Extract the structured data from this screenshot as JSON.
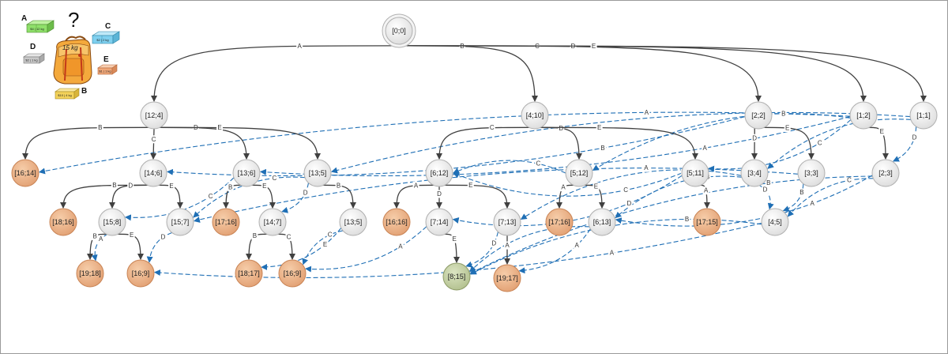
{
  "colors": {
    "tree_edge": "#404040",
    "back_edge": "#1f6fb5",
    "node_default": "#f1f1f1",
    "node_leaf": "#eab48a",
    "node_goal": "#c7d3a8",
    "box_A": "#8fe06a",
    "box_B": "#f3d25a",
    "box_C": "#7fd0ef",
    "box_D": "#c8c8c8",
    "box_E": "#f0a87a",
    "backpack": "#f4a93c"
  },
  "legend": {
    "question_mark": "?",
    "backpack_capacity": "15 kg",
    "boxes": [
      {
        "id": "A",
        "letter": "A",
        "label": "$4 | 12 kg",
        "color_key": "box_A"
      },
      {
        "id": "B",
        "letter": "B",
        "label": "$10 | 4 kg",
        "color_key": "box_B"
      },
      {
        "id": "C",
        "letter": "C",
        "label": "$2 | 2 kg",
        "color_key": "box_C"
      },
      {
        "id": "D",
        "letter": "D",
        "label": "$2 | 1 kg",
        "color_key": "box_D"
      },
      {
        "id": "E",
        "letter": "E",
        "label": "$1 | 1 kg",
        "color_key": "box_E"
      }
    ]
  },
  "nodes": [
    {
      "id": "root",
      "label": "[0;0]",
      "kind": "root"
    },
    {
      "id": "n12_4",
      "label": "[12;4]",
      "kind": "default"
    },
    {
      "id": "n4_10",
      "label": "[4;10]",
      "kind": "default"
    },
    {
      "id": "n2_2",
      "label": "[2;2]",
      "kind": "default"
    },
    {
      "id": "n1_2",
      "label": "[1;2]",
      "kind": "default"
    },
    {
      "id": "n1_1",
      "label": "[1;1]",
      "kind": "default"
    },
    {
      "id": "n16_14",
      "label": "[16;14]",
      "kind": "leaf"
    },
    {
      "id": "n14_6",
      "label": "[14;6]",
      "kind": "default"
    },
    {
      "id": "n13_6",
      "label": "[13;6]",
      "kind": "default"
    },
    {
      "id": "n13_5a",
      "label": "[13;5]",
      "kind": "default"
    },
    {
      "id": "n6_12",
      "label": "[6;12]",
      "kind": "default"
    },
    {
      "id": "n5_12",
      "label": "[5;12]",
      "kind": "default"
    },
    {
      "id": "n5_11",
      "label": "[5;11]",
      "kind": "default"
    },
    {
      "id": "n3_4",
      "label": "[3;4]",
      "kind": "default"
    },
    {
      "id": "n3_3",
      "label": "[3;3]",
      "kind": "default"
    },
    {
      "id": "n2_3",
      "label": "[2;3]",
      "kind": "default"
    },
    {
      "id": "n18_16",
      "label": "[18;16]",
      "kind": "leaf"
    },
    {
      "id": "n15_8",
      "label": "[15;8]",
      "kind": "default"
    },
    {
      "id": "n15_7",
      "label": "[15;7]",
      "kind": "default"
    },
    {
      "id": "n17_16a",
      "label": "[17;16]",
      "kind": "leaf"
    },
    {
      "id": "n14_7",
      "label": "[14;7]",
      "kind": "default"
    },
    {
      "id": "n13_5b",
      "label": "[13;5]",
      "kind": "default"
    },
    {
      "id": "n16_16",
      "label": "[16;16]",
      "kind": "leaf"
    },
    {
      "id": "n7_14",
      "label": "[7;14]",
      "kind": "default"
    },
    {
      "id": "n7_13",
      "label": "[7;13]",
      "kind": "default"
    },
    {
      "id": "n17_16b",
      "label": "[17;16]",
      "kind": "leaf"
    },
    {
      "id": "n6_13",
      "label": "[6;13]",
      "kind": "default"
    },
    {
      "id": "n17_15",
      "label": "[17;15]",
      "kind": "leaf"
    },
    {
      "id": "n4_5",
      "label": "[4;5]",
      "kind": "default"
    },
    {
      "id": "n19_18",
      "label": "[19;18]",
      "kind": "leaf"
    },
    {
      "id": "n16_9a",
      "label": "[16;9]",
      "kind": "leaf"
    },
    {
      "id": "n18_17",
      "label": "[18;17]",
      "kind": "leaf"
    },
    {
      "id": "n16_9b",
      "label": "[16;9]",
      "kind": "leaf"
    },
    {
      "id": "n8_15",
      "label": "[8;15]",
      "kind": "goal"
    },
    {
      "id": "n19_17",
      "label": "[19;17]",
      "kind": "leaf"
    }
  ],
  "tree_edges": [
    {
      "from": "root",
      "to": "n12_4",
      "label": "A"
    },
    {
      "from": "root",
      "to": "n4_10",
      "label": "B"
    },
    {
      "from": "root",
      "to": "n2_2",
      "label": "C"
    },
    {
      "from": "root",
      "to": "n1_2",
      "label": "D"
    },
    {
      "from": "root",
      "to": "n1_1",
      "label": "E"
    },
    {
      "from": "n12_4",
      "to": "n16_14",
      "label": "B"
    },
    {
      "from": "n12_4",
      "to": "n14_6",
      "label": "C"
    },
    {
      "from": "n12_4",
      "to": "n13_6",
      "label": "D"
    },
    {
      "from": "n12_4",
      "to": "n13_5a",
      "label": "E"
    },
    {
      "from": "n4_10",
      "to": "n6_12",
      "label": "C"
    },
    {
      "from": "n4_10",
      "to": "n5_12",
      "label": "D"
    },
    {
      "from": "n4_10",
      "to": "n5_11",
      "label": "E"
    },
    {
      "from": "n2_2",
      "to": "n3_4",
      "label": "D"
    },
    {
      "from": "n2_2",
      "to": "n3_3",
      "label": "E"
    },
    {
      "from": "n1_2",
      "to": "n2_3",
      "label": "E"
    },
    {
      "from": "n14_6",
      "to": "n18_16",
      "label": "B"
    },
    {
      "from": "n14_6",
      "to": "n15_8",
      "label": "D"
    },
    {
      "from": "n14_6",
      "to": "n15_7",
      "label": "E"
    },
    {
      "from": "n13_6",
      "to": "n17_16a",
      "label": "B"
    },
    {
      "from": "n13_6",
      "to": "n14_7",
      "label": "E"
    },
    {
      "from": "n13_5a",
      "to": "n13_5b",
      "label": "B"
    },
    {
      "from": "n6_12",
      "to": "n16_16",
      "label": "A"
    },
    {
      "from": "n6_12",
      "to": "n7_14",
      "label": "D"
    },
    {
      "from": "n6_12",
      "to": "n7_13",
      "label": "E"
    },
    {
      "from": "n5_12",
      "to": "n17_16b",
      "label": "A"
    },
    {
      "from": "n5_12",
      "to": "n6_13",
      "label": "E"
    },
    {
      "from": "n5_11",
      "to": "n17_15",
      "label": "A"
    },
    {
      "from": "n15_8",
      "to": "n19_18",
      "label": "B"
    },
    {
      "from": "n15_8",
      "to": "n16_9a",
      "label": "E"
    },
    {
      "from": "n14_7",
      "to": "n18_17",
      "label": "B"
    },
    {
      "from": "n14_7",
      "to": "n16_9b",
      "label": "C"
    },
    {
      "from": "n7_14",
      "to": "n8_15",
      "label": "E"
    },
    {
      "from": "n7_13",
      "to": "n19_17",
      "label": "A"
    }
  ],
  "back_edges": [
    {
      "from": "n1_2",
      "to": "n16_14",
      "label": "A"
    },
    {
      "from": "n1_2",
      "to": "n13_6",
      "label": "A"
    },
    {
      "from": "n1_1",
      "to": "n13_5a",
      "label": "A"
    },
    {
      "from": "n2_2",
      "to": "n14_6",
      "label": "B"
    },
    {
      "from": "n1_2",
      "to": "n5_12",
      "label": "B"
    },
    {
      "from": "n1_2",
      "to": "n5_11",
      "label": "C"
    },
    {
      "from": "n1_1",
      "to": "n3_4",
      "label": "C"
    },
    {
      "from": "n1_1",
      "to": "n2_3",
      "label": "D"
    },
    {
      "from": "n5_12",
      "to": "n6_12",
      "label": "C"
    },
    {
      "from": "n5_11",
      "to": "n6_12",
      "label": "C"
    },
    {
      "from": "n3_4",
      "to": "n6_13",
      "label": "B"
    },
    {
      "from": "n3_3",
      "to": "n4_5",
      "label": "B"
    },
    {
      "from": "n2_3",
      "to": "n4_5",
      "label": "C"
    },
    {
      "from": "n13_6",
      "to": "n15_8",
      "label": "C"
    },
    {
      "from": "n13_5a",
      "to": "n15_7",
      "label": "C"
    },
    {
      "from": "n13_5a",
      "to": "n14_7",
      "label": "D"
    },
    {
      "from": "n13_5b",
      "to": "n16_9b",
      "label": "C"
    },
    {
      "from": "n13_5b",
      "to": "n18_17",
      "label": "E"
    },
    {
      "from": "n15_7",
      "to": "n16_9a",
      "label": "D"
    },
    {
      "from": "n5_11",
      "to": "n7_14",
      "label": "D"
    },
    {
      "from": "n3_4",
      "to": "n7_13",
      "label": "A"
    },
    {
      "from": "n6_13",
      "to": "n19_17",
      "label": "A"
    },
    {
      "from": "n6_13",
      "to": "n8_15",
      "label": "C"
    },
    {
      "from": "n7_13",
      "to": "n8_15",
      "label": "D"
    },
    {
      "from": "n3_3",
      "to": "n15_7",
      "label": "A"
    },
    {
      "from": "n2_3",
      "to": "n6_13",
      "label": "A"
    },
    {
      "from": "n2_3",
      "to": "n8_15",
      "label": "B"
    },
    {
      "from": "n4_5",
      "to": "n16_9a",
      "label": "A"
    },
    {
      "from": "n4_5",
      "to": "n8_15",
      "label": "B"
    },
    {
      "from": "n3_4",
      "to": "n4_5",
      "label": "D"
    },
    {
      "from": "n15_8",
      "to": "n19_18",
      "label": "A"
    },
    {
      "from": "n7_14",
      "to": "n16_9b",
      "label": "A"
    }
  ]
}
